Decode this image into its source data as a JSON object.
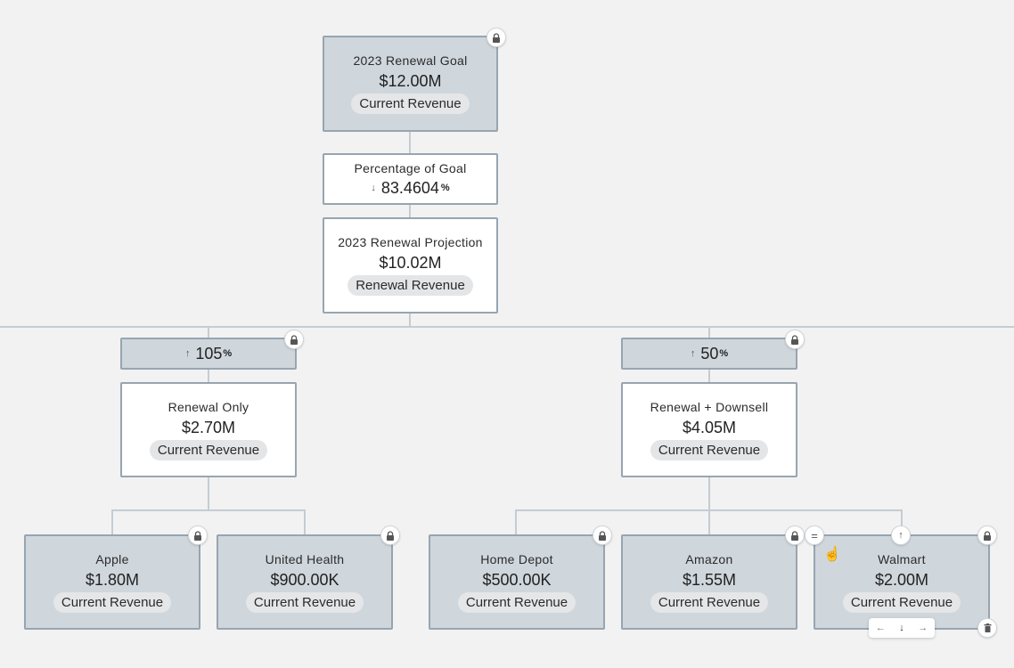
{
  "goal": {
    "title": "2023 Renewal Goal",
    "value": "$12.00M",
    "chip": "Current Revenue"
  },
  "percentage": {
    "title": "Percentage of Goal",
    "arrow": "↓",
    "value": "83.4604",
    "unit": "%"
  },
  "projection": {
    "title": "2023 Renewal Projection",
    "value": "$10.02M",
    "chip": "Renewal Revenue"
  },
  "left_pct": {
    "arrow": "↑",
    "value": "105",
    "unit": "%"
  },
  "right_pct": {
    "arrow": "↑",
    "value": "50",
    "unit": "%"
  },
  "renewal_only": {
    "title": "Renewal Only",
    "value": "$2.70M",
    "chip": "Current Revenue"
  },
  "renewal_downsell": {
    "title": "Renewal + Downsell",
    "value": "$4.05M",
    "chip": "Current Revenue"
  },
  "leaves": [
    {
      "title": "Apple",
      "value": "$1.80M",
      "chip": "Current Revenue"
    },
    {
      "title": "United Health",
      "value": "$900.00K",
      "chip": "Current Revenue"
    },
    {
      "title": "Home Depot",
      "value": "$500.00K",
      "chip": "Current Revenue"
    },
    {
      "title": "Amazon",
      "value": "$1.55M",
      "chip": "Current Revenue"
    },
    {
      "title": "Walmart",
      "value": "$2.00M",
      "chip": "Current Revenue"
    }
  ],
  "controls": {
    "equals": "=",
    "up": "↑",
    "nav_left": "←",
    "nav_down": "↓",
    "nav_right": "→"
  },
  "icons": {
    "lock": "lock-icon",
    "trash": "trash-icon",
    "cursor": "hand-pointer-icon"
  }
}
